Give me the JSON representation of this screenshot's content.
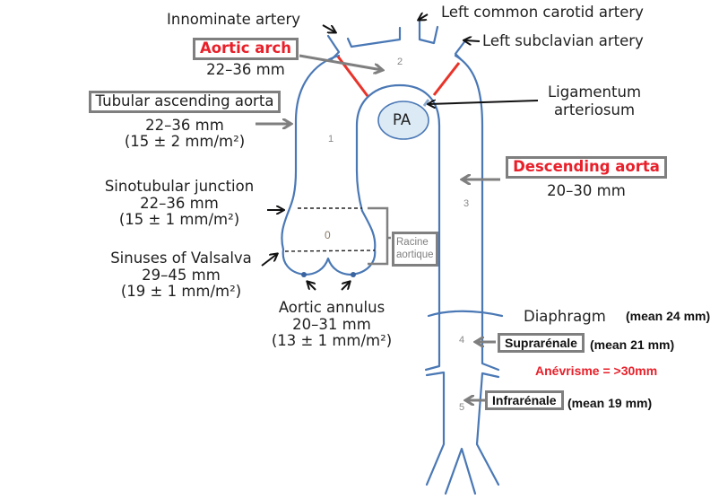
{
  "colors": {
    "vessel": "#4a78b5",
    "arch_boundary": "#e8342a",
    "pa_fill": "#dceaf5",
    "label_red": "#e8202a",
    "box_border": "#7f7f7f",
    "pointer_gray": "#7f7f7f",
    "pointer_black": "#111111",
    "segment_number": "#888888"
  },
  "branches": {
    "innominate": "Innominate artery",
    "left_common_carotid": "Left common carotid artery",
    "left_subclavian": "Left subclavian artery"
  },
  "aortic_arch": {
    "title": "Aortic arch",
    "range": "22–36 mm"
  },
  "tubular_ascending": {
    "title": "Tubular ascending  aorta",
    "range": "22–36 mm",
    "indexed": "(15 ± 2 mm/m²)"
  },
  "ligamentum": {
    "line1": "Ligamentum",
    "line2": "arteriosum"
  },
  "pa": {
    "label": "PA"
  },
  "descending": {
    "title": "Descending  aorta",
    "range": "20–30 mm"
  },
  "sinotubular": {
    "title": "Sinotubular junction",
    "range": "22–36 mm",
    "indexed": "(15 ± 1 mm/m²)"
  },
  "valsalva": {
    "title": "Sinuses of Valsalva",
    "range": "29–45 mm",
    "indexed": "(19 ± 1 mm/m²)"
  },
  "annulus": {
    "title": "Aortic annulus",
    "range": "20–31 mm",
    "indexed": "(13 ± 1 mm/m²)"
  },
  "racine": {
    "line1": "Racine",
    "line2": "aortique"
  },
  "diaphragm": {
    "label": "Diaphragm",
    "mean": "(mean 24 mm)"
  },
  "suprarenale": {
    "label": "Supraénale",
    "mean": "(mean 21 mm)"
  },
  "aneurysm": {
    "label": "Anévrisme = >30mm"
  },
  "infrarenale": {
    "label": "Infrarénale",
    "mean": "(mean 19 mm)"
  },
  "segments": [
    "0",
    "1",
    "2",
    "3",
    "4",
    "5"
  ],
  "icons": {
    "pointer_arrow": "arrow",
    "annulus_dot": "dot"
  }
}
